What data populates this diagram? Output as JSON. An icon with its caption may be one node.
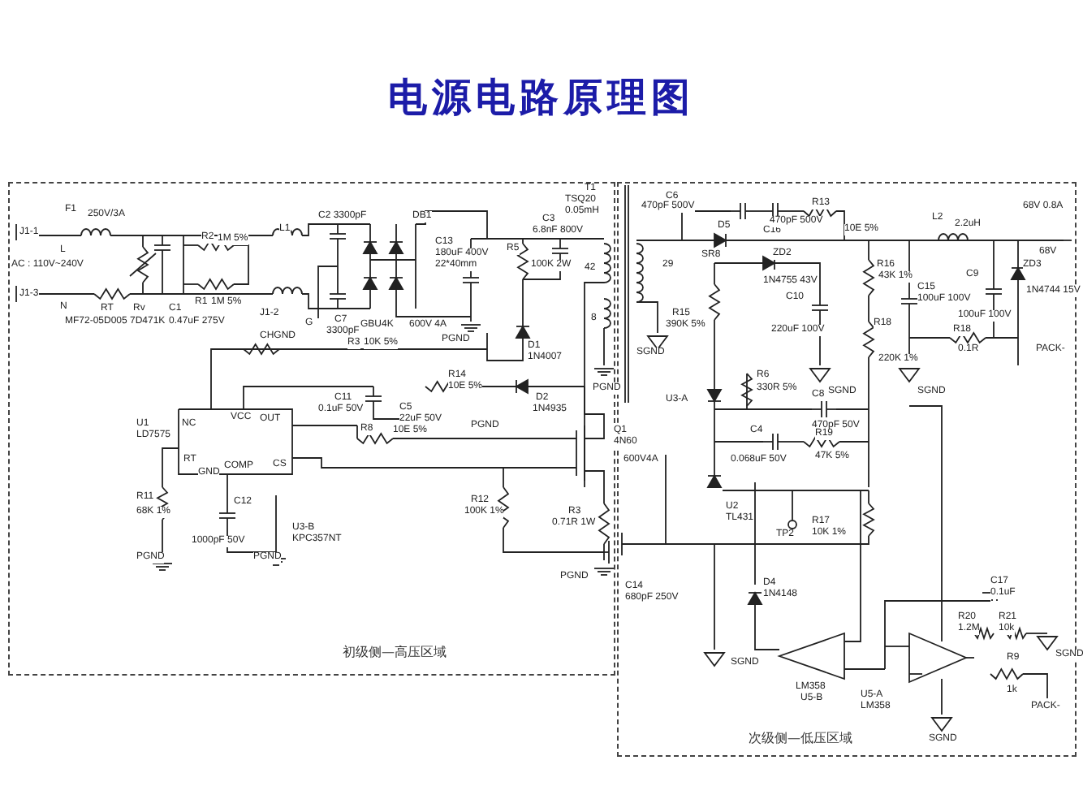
{
  "diagram": {
    "title": "电源电路原理图",
    "nodes": [
      {
        "text": [
          "初级侧—高压区域"
        ]
      },
      {
        "text": [
          "次级侧—低压区域"
        ]
      }
    ],
    "edges": [],
    "labels": [
      "F1",
      "250V/3A",
      "J1-1",
      "L",
      "AC : 110V~240V",
      "J1-3",
      "N",
      "R2",
      "1M 5%",
      "L1",
      "C2 3300pF",
      "DB1",
      "C13",
      "180uF 400V",
      "22*40mm",
      "C3",
      "6.8nF 800V",
      "T1",
      "TSQ20",
      "0.05mH",
      "R5",
      "100K 2W",
      "42",
      "RT",
      "Rv",
      "C1",
      "R1",
      "1M 5%",
      "MF72-05D005",
      "7D471K",
      "0.47uF 275V",
      "J1-2",
      "G",
      "CHGND",
      "C7",
      "3300pF",
      "GBU4K",
      "600V 4A",
      "8",
      "PGND",
      "D1",
      "1N4007",
      "R3",
      "10K 5%",
      "PGND",
      "C11",
      "0.1uF 50V",
      "R14",
      "10E 5%",
      "D2",
      "1N4935",
      "U1",
      "LD7575",
      "NC",
      "VCC",
      "OUT",
      "RT",
      "GND",
      "COMP",
      "CS",
      "C5",
      "22uF 50V",
      "PGND",
      "R8",
      "10E 5%",
      "Q1",
      "4N60",
      "600V4A",
      "R11",
      "68K 1%",
      "PGND",
      "C12",
      "1000pF 50V",
      "U3-B",
      "KPC357NT",
      "PGND",
      "R12",
      "100K 1%",
      "R3",
      "0.71R 1W",
      "PGND",
      "C6",
      "470pF 500V",
      "D5",
      "SR8",
      "C16",
      "470pF 500V",
      "R13",
      "10E 5%",
      "L2",
      "2.2uH",
      "68V 0.8A",
      "ZD2",
      "68V",
      "1N4755 43V",
      "29",
      "R16",
      "43K 1%",
      "R15",
      "390K 5%",
      "C10",
      "220uF 100V",
      "C15",
      "100uF 100V",
      "C9",
      "100uF 100V",
      "ZD3",
      "1N4744 15V",
      "SGND",
      "SGND",
      "SGND",
      "R18",
      "220K 1%",
      "R18",
      "0.1R",
      "PACK-",
      "U3-A",
      "R6",
      "330R 5%",
      "C8",
      "470pF 50V",
      "C4",
      "0.068uF 50V",
      "R19",
      "47K 5%",
      "U2",
      "TL431",
      "TP2",
      "R17",
      "10K 1%",
      "C14",
      "680pF 250V",
      "D4",
      "1N4148",
      "C17",
      "0.1uF",
      "R20",
      "1.2M",
      "R21",
      "10k",
      "SGND",
      "SGND",
      "LM358",
      "U5-B",
      "R9",
      "1k",
      "U5-A",
      "LM358",
      "PACK-",
      "SGND"
    ]
  }
}
